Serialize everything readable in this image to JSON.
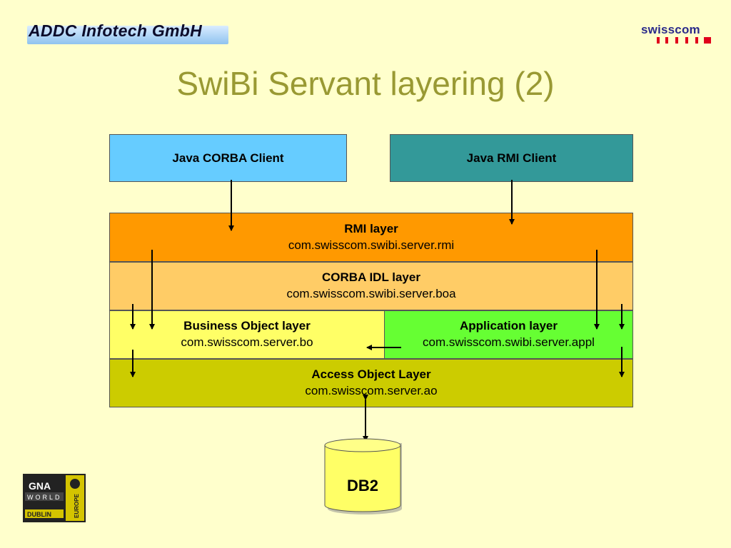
{
  "header": {
    "company_logo": "ADDC Infotech GmbH",
    "partner_logo": "swisscom"
  },
  "title": "SwiBi Servant layering (2)",
  "clients": {
    "corba": "Java CORBA Client",
    "rmi": "Java RMI Client"
  },
  "layers": {
    "rmi": {
      "name": "RMI layer",
      "package": "com.swisscom.swibi.server.rmi"
    },
    "corba_idl": {
      "name": "CORBA IDL layer",
      "package": "com.swisscom.swibi.server.boa"
    },
    "business_object": {
      "name": "Business Object layer",
      "package": "com.swisscom.server.bo"
    },
    "application": {
      "name": "Application layer",
      "package": "com.swisscom.swibi.server.appl"
    },
    "access_object": {
      "name": "Access Object Layer",
      "package": "com.swisscom.server.ao"
    }
  },
  "database": {
    "label": "DB2"
  },
  "badge": {
    "top": "GNA",
    "middle": "WORLD",
    "bottom": "DUBLIN",
    "side": "EUROPE"
  },
  "colors": {
    "background": "#ffffcc",
    "title": "#999933",
    "corba_client": "#66ccff",
    "rmi_client": "#339999",
    "rmi_layer": "#ff9900",
    "corba_idl_layer": "#ffcc66",
    "business_object_layer": "#ffff66",
    "application_layer": "#66ff33",
    "access_object_layer": "#cccc00",
    "database": "#ffff66"
  }
}
